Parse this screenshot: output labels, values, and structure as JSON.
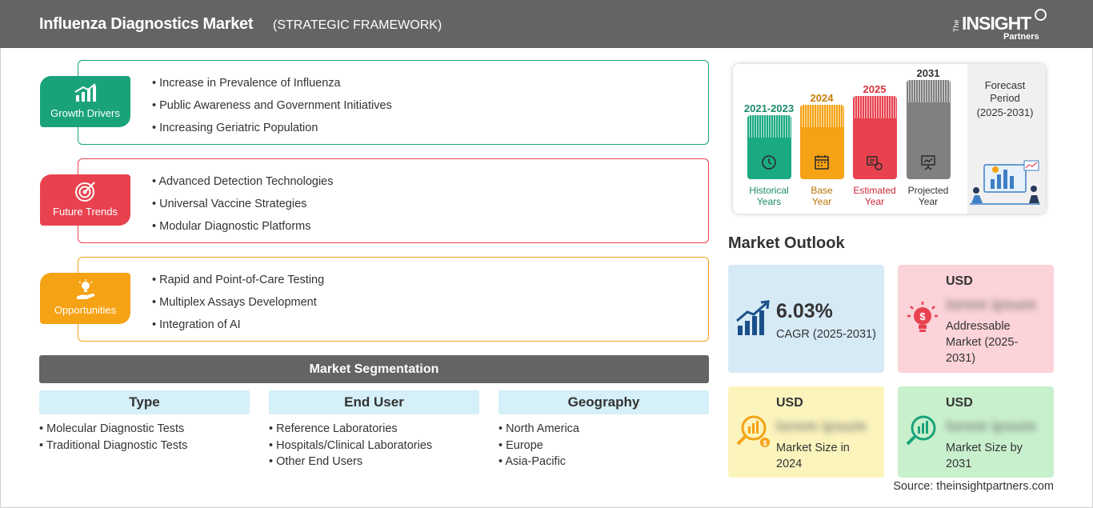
{
  "header": {
    "title": "Influenza Diagnostics Market",
    "subtitle": "(STRATEGIC FRAMEWORK)",
    "logo": {
      "the": "The",
      "insight": "INSIGHT",
      "partners": "Partners"
    }
  },
  "framework": [
    {
      "label": "Growth Drivers",
      "color": "#1aa37a",
      "icon": "growth-chart-icon",
      "items": [
        "Increase in Prevalence of Influenza",
        "Public Awareness and Government Initiatives",
        "Increasing Geriatric Population"
      ]
    },
    {
      "label": "Future Trends",
      "color": "#e8424f",
      "icon": "target-icon",
      "items": [
        "Advanced Detection Technologies",
        "Universal Vaccine Strategies",
        "Modular Diagnostic Platforms"
      ]
    },
    {
      "label": "Opportunities",
      "color": "#f5a214",
      "icon": "lightbulb-hand-icon",
      "items": [
        "Rapid and Point-of-Care Testing",
        "Multiplex Assays Development",
        "Integration of AI"
      ]
    }
  ],
  "segmentation": {
    "title": "Market Segmentation",
    "columns": [
      {
        "header": "Type",
        "items": [
          "Molecular Diagnostic Tests",
          "Traditional Diagnostic Tests"
        ]
      },
      {
        "header": "End User",
        "items": [
          "Reference Laboratories",
          "Hospitals/Clinical Laboratories",
          "Other End Users"
        ]
      },
      {
        "header": "Geography",
        "items": [
          "North America",
          "Europe",
          "Asia-Pacific"
        ]
      }
    ]
  },
  "timeline": {
    "bars": [
      {
        "year": "2021-2023",
        "label_line1": "Historical",
        "label_line2": "Years",
        "color": "#1aaa82",
        "year_color": "#1a8a6a",
        "label_color": "#1a8a6a",
        "icon": "history-icon"
      },
      {
        "year": "2024",
        "label_line1": "Base",
        "label_line2": "Year",
        "color": "#f5a214",
        "year_color": "#c97d05",
        "label_color": "#b87306",
        "icon": "calendar-icon"
      },
      {
        "year": "2025",
        "label_line1": "Estimated",
        "label_line2": "Year",
        "color": "#e8424f",
        "year_color": "#d93240",
        "label_color": "#c82a38",
        "icon": "estimate-icon"
      },
      {
        "year": "2031",
        "label_line1": "Projected",
        "label_line2": "Year",
        "color": "#808080",
        "year_color": "#333333",
        "label_color": "#333333",
        "icon": "presentation-icon"
      }
    ],
    "forecast_line1": "Forecast",
    "forecast_line2": "Period",
    "forecast_line3": "(2025-2031)"
  },
  "outlook": {
    "title": "Market Outlook",
    "cagr": {
      "value": "6.03%",
      "label": "CAGR (2025-2031)",
      "bg": "#d6eaf6"
    },
    "addressable": {
      "usd": "USD",
      "value": "lorem ipsum",
      "line1": "Addressable",
      "line2": "Market (2025-",
      "line3": "2031)",
      "bg": "#fbd3d8"
    },
    "size2024": {
      "usd": "USD",
      "value": "lorem ipsum",
      "line1": "Market Size in",
      "line2": "2024",
      "bg": "#fbf4bd"
    },
    "size2031": {
      "usd": "USD",
      "value": "lorem ipsum",
      "line1": "Market Size by",
      "line2": "2031",
      "bg": "#c9f0cd"
    }
  },
  "source": "Source: theinsightpartners.com"
}
